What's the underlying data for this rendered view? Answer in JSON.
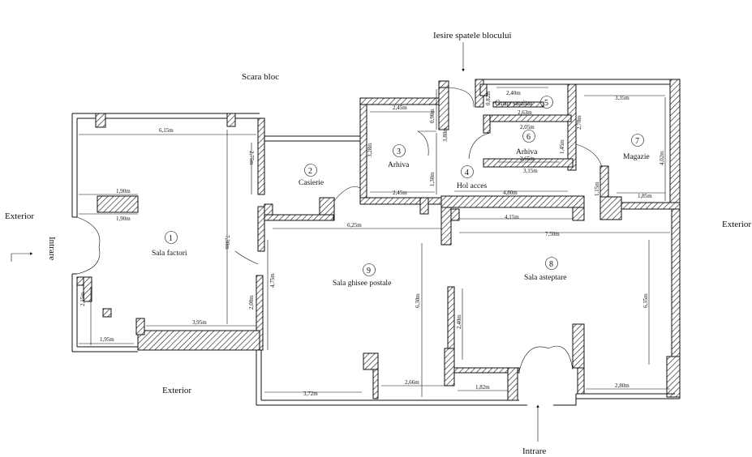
{
  "labels": {
    "scara_bloc": "Scara bloc",
    "iesire": "Iesire spatele blocului",
    "exterior_left": "Exterior",
    "exterior_right": "Exterior",
    "exterior_bottom": "Exterior",
    "intrare_left": "Intrare",
    "intrare_bottom": "Intrare"
  },
  "rooms": [
    {
      "num": "1",
      "name": "Sala factori"
    },
    {
      "num": "2",
      "name": "Casierie"
    },
    {
      "num": "3",
      "name": "Arhiva"
    },
    {
      "num": "4",
      "name": "Hol acces"
    },
    {
      "num": "5",
      "name": "Grup sanitar"
    },
    {
      "num": "6",
      "name": "Arhiva"
    },
    {
      "num": "7",
      "name": "Magazie"
    },
    {
      "num": "8",
      "name": "Sala asteptare"
    },
    {
      "num": "9",
      "name": "Sala ghisee postale"
    }
  ],
  "dims": {
    "d615": "6,15m",
    "d190": "1,90m",
    "d190b": "1,90m",
    "d730": "7,30m",
    "d275": "2,75m",
    "d215": "2,15m",
    "d195": "1,95m",
    "d395": "3,95m",
    "d245a": "2,45m",
    "d245b": "2,45m",
    "d328": "3,28m",
    "d098": "0,98m",
    "d380": "3,80m",
    "d130": "1,30m",
    "d240": "2,40m",
    "d082": "0,82m",
    "d263": "2,63m",
    "d205": "2,05m",
    "d265": "2,65m",
    "d270": "2,70m",
    "d145": "1,45m",
    "d315": "3,15m",
    "d335": "3,35m",
    "d402": "4,02m",
    "d115": "1,15m",
    "d185": "1,85m",
    "d480": "4,80m",
    "d415": "4,15m",
    "d625": "6,25m",
    "d750": "7,50m",
    "d475": "4,75m",
    "d200": "2,00m",
    "d630": "6,30m",
    "d240b": "2,40m",
    "d635": "6,35m",
    "d372": "3,72m",
    "d266": "2,66m",
    "d182": "1,82m",
    "d280": "2,80m"
  }
}
